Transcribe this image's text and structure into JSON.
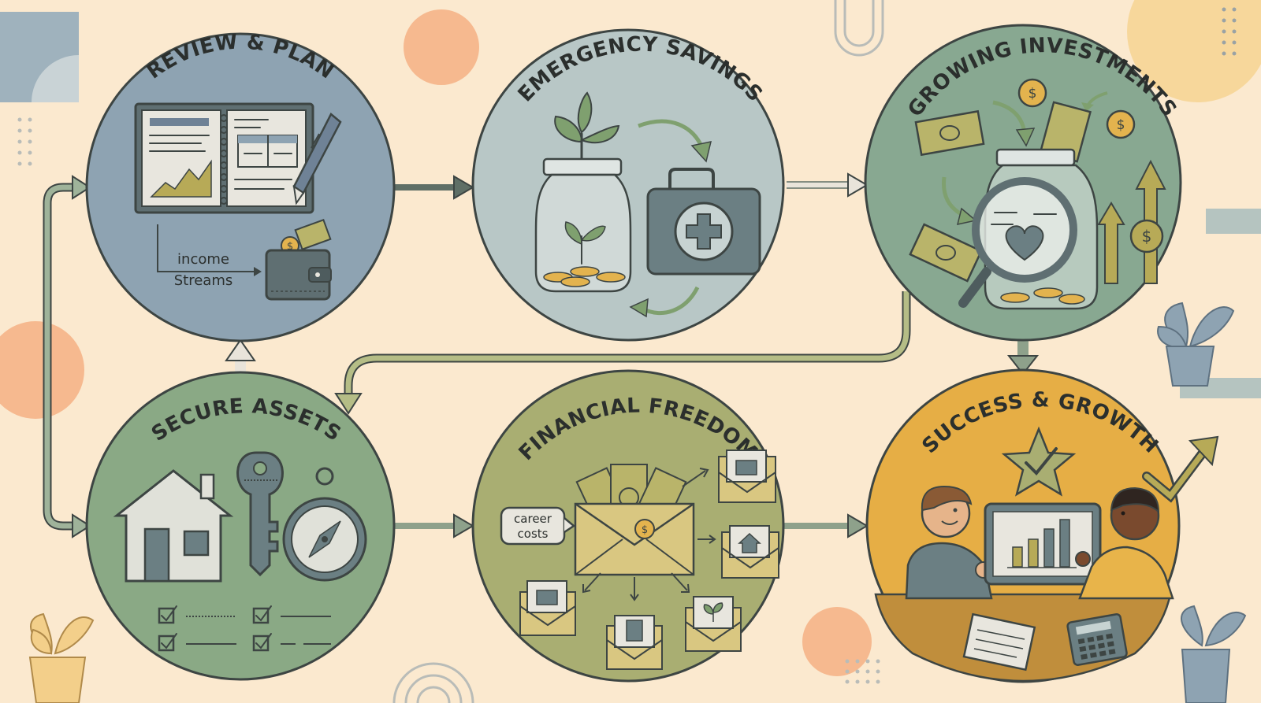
{
  "stages": [
    {
      "id": "review",
      "title": "REVIEW & PLAN",
      "color": "#8ea3b2"
    },
    {
      "id": "emergency",
      "title": "EMERGENCY SAVINGS",
      "color": "#b8c7c6"
    },
    {
      "id": "investments",
      "title": "GROWING INVESTMENTS",
      "color": "#88a891"
    },
    {
      "id": "assets",
      "title": "SECURE ASSETS",
      "color": "#8aa985"
    },
    {
      "id": "freedom",
      "title": "FINANCIAL FREEDOM",
      "color": "#a9ae72"
    },
    {
      "id": "success",
      "title": "SUCCESS & GROWTH",
      "color": "#e6ae45"
    }
  ],
  "labels": {
    "income_line1": "income",
    "income_line2": "Streams",
    "career_line1": "career",
    "career_line2": "costs",
    "coin_symbol": "$"
  },
  "colors": {
    "background": "#fbe9cf",
    "arrow": "#5f6f66",
    "loop_arrow": "#9aa86c",
    "outline": "#3d4543"
  }
}
